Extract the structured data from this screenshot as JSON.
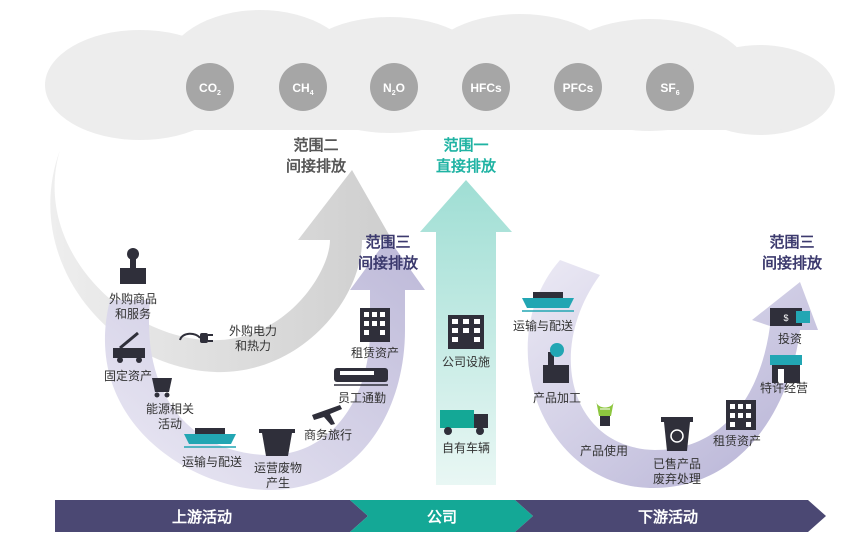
{
  "gases": [
    {
      "base": "CO",
      "sub": "2",
      "name": "co2-bubble"
    },
    {
      "base": "CH",
      "sub": "4",
      "name": "ch4-bubble"
    },
    {
      "base": "N",
      "sub": "2",
      "tail": "O",
      "name": "n2o-bubble"
    },
    {
      "base": "HFCs",
      "name": "hfcs-bubble"
    },
    {
      "base": "PFCs",
      "name": "pfcs-bubble"
    },
    {
      "base": "SF",
      "sub": "6",
      "name": "sf6-bubble"
    }
  ],
  "scopes": {
    "scope2": {
      "line1": "范围二",
      "line2": "间接排放",
      "color": "#555555"
    },
    "scope1": {
      "line1": "范围一",
      "line2": "直接排放",
      "color": "#1fb3a3"
    },
    "scope3_up": {
      "line1": "范围三",
      "line2": "间接排放",
      "color": "#3c3a6e"
    },
    "scope3_down": {
      "line1": "范围三",
      "line2": "间接排放",
      "color": "#3c3a6e"
    }
  },
  "upstream": {
    "purchased_goods": {
      "line1": "外购商品",
      "line2": "和服务"
    },
    "capital_goods": "固定资产",
    "fuel_energy": {
      "line1": "能源相关",
      "line2": "活动"
    },
    "transport": "运输与配送",
    "waste": {
      "line1": "运营废物",
      "line2": "产生"
    },
    "business_travel": "商务旅行",
    "commuting": "员工通勤",
    "leased_assets": "租赁资产",
    "purchased_electricity": {
      "line1": "外购电力",
      "line2": "和热力"
    }
  },
  "company": {
    "facilities": "公司设施",
    "vehicles": "自有车辆"
  },
  "downstream": {
    "transport": "运输与配送",
    "processing": "产品加工",
    "use": "产品使用",
    "end_of_life": {
      "line1": "已售产品",
      "line2": "废弃处理"
    },
    "leased_assets": "租赁资产",
    "franchises": "特许经营",
    "investments": "投资"
  },
  "band": {
    "upstream": "上游活动",
    "company": "公司",
    "downstream": "下游活动"
  },
  "colors": {
    "band_dark": "#4b4873",
    "band_teal": "#14a896",
    "cloud": "#ececec",
    "bubble": "#a9a9a9",
    "arc_purple": "#d6d4ea",
    "arc_gray": "#dcdcdc",
    "teal_arrow": "#a8e3da"
  }
}
